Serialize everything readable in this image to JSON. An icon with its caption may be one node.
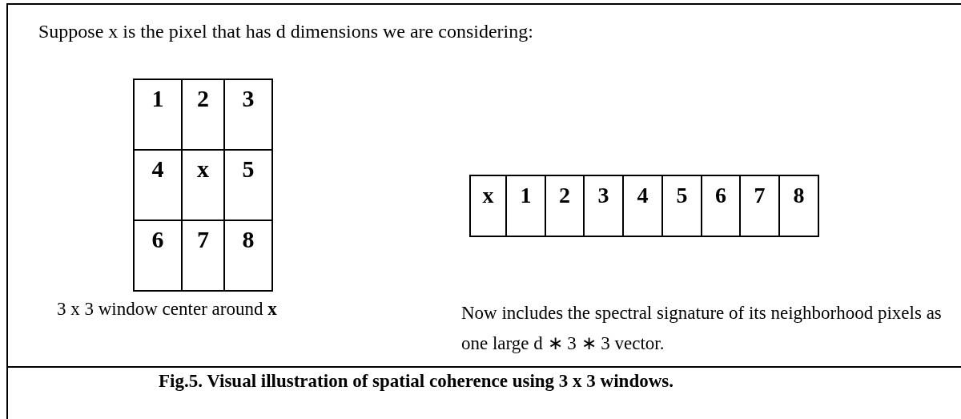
{
  "diagram": {
    "caption": "Fig.5. Visual illustration of spatial coherence using 3 x 3 windows.",
    "labels": [
      "Suppose x is the pixel that has d dimensions we are considering:",
      "1",
      "2",
      "3",
      "4",
      "x",
      "5",
      "6",
      "7",
      "8",
      "x",
      "1",
      "2",
      "3",
      "4",
      "5",
      "6",
      "7",
      "8",
      "3 x 3 window center around **x**",
      "Now includes the spectral signature of its neighborhood pixels as one large d ∗ 3 ∗ 3 vector."
    ]
  }
}
